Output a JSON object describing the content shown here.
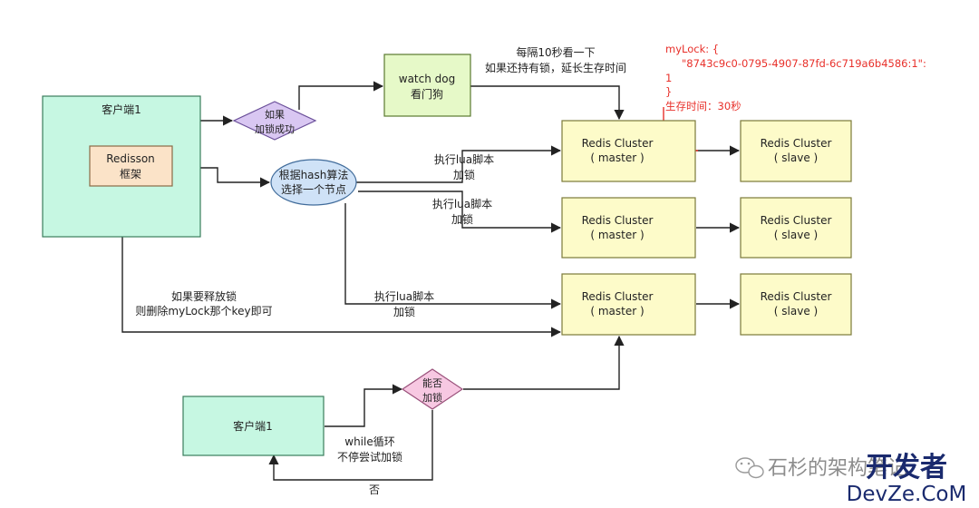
{
  "client_top": {
    "title": "客户端1"
  },
  "redisson": {
    "line1": "Redisson",
    "line2": "框架"
  },
  "decision_lock": {
    "line1": "如果",
    "line2": "加锁成功"
  },
  "watchdog": {
    "line1": "watch dog",
    "line2": "看门狗"
  },
  "watchdog_note": {
    "line1": "每隔10秒看一下",
    "line2": "如果还持有锁，延长生存时间"
  },
  "hash_node": {
    "line1": "根据hash算法",
    "line2": "选择一个节点"
  },
  "lock_json": {
    "line1": "myLock: {",
    "line2": "\"8743c9c0-0795-4907-87fd-6c719a6b4586:1\":",
    "line3": "1",
    "line4": "}",
    "line5": "生存时间：30秒"
  },
  "clusters": [
    {
      "master_line1": "Redis Cluster",
      "master_line2": "( master )",
      "slave_line1": "Redis Cluster",
      "slave_line2": "( slave )"
    },
    {
      "master_line1": "Redis Cluster",
      "master_line2": "( master )",
      "slave_line1": "Redis Cluster",
      "slave_line2": "( slave )"
    },
    {
      "master_line1": "Redis Cluster",
      "master_line2": "( master )",
      "slave_line1": "Redis Cluster",
      "slave_line2": "( slave )"
    }
  ],
  "lua_labels": [
    {
      "line1": "执行lua脚本",
      "line2": "加锁"
    },
    {
      "line1": "执行lua脚本",
      "line2": "加锁"
    },
    {
      "line1": "执行lua脚本",
      "line2": "加锁"
    }
  ],
  "release_note": {
    "line1": "如果要释放锁",
    "line2": "则删除myLock那个key即可"
  },
  "client_bottom": {
    "title": "客户端1"
  },
  "decision_can_lock": {
    "line1": "能否",
    "line2": "加锁"
  },
  "while_note": {
    "line1": "while循环",
    "line2": "不停尝试加锁"
  },
  "no_label": "否",
  "watermark": {
    "text1": "石杉的架构笔记",
    "brand_top": "开发者",
    "brand_bottom": "DevZe.CoM"
  },
  "colors": {
    "client": "#c6f7e2",
    "redisson": "#fbe3c8",
    "watchdog": "#e6f9c8",
    "redis": "#fdfbc9",
    "decision_lock": "#d9c7f2",
    "decision_can_lock": "#f7c8e2",
    "hash_node": "#cfe2f7",
    "annotation": "#e8302a"
  }
}
